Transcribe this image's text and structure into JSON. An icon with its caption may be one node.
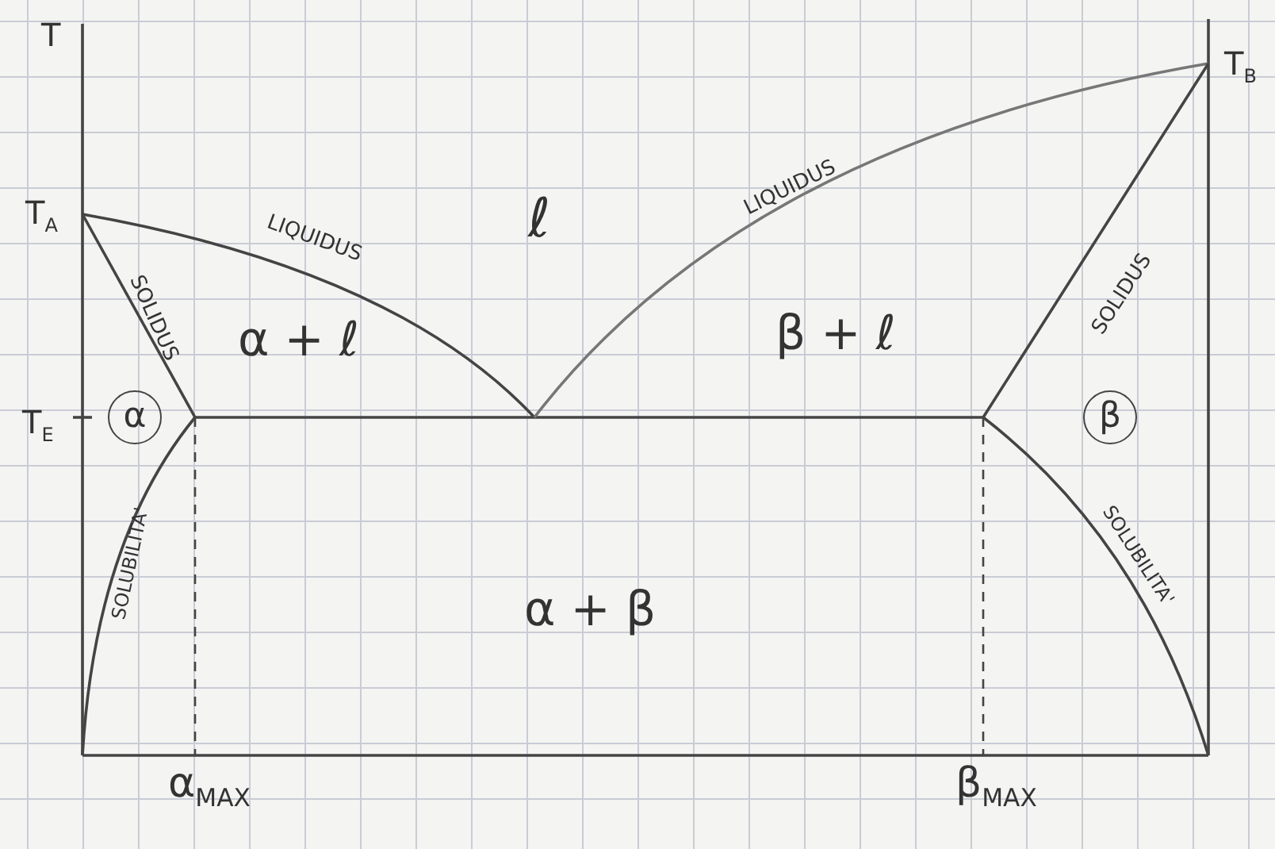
{
  "diagram": {
    "nodes": [
      {
        "text": [
          "α"
        ]
      },
      {
        "text": [
          "β"
        ]
      }
    ],
    "labels": [
      "T",
      "T$_{A}$",
      "ℓ",
      "LIQUIDUS",
      "LIQUIDUS",
      "T$_{B}$",
      "SOLIDUS",
      "SOLIDUS",
      "α + ℓ",
      "β + ℓ",
      "T$_{E}$",
      "SOLUBILITA'",
      "SOLUBILITA'",
      "α + β",
      "α$_{MAX}$",
      "β$_{MAX}$"
    ]
  }
}
